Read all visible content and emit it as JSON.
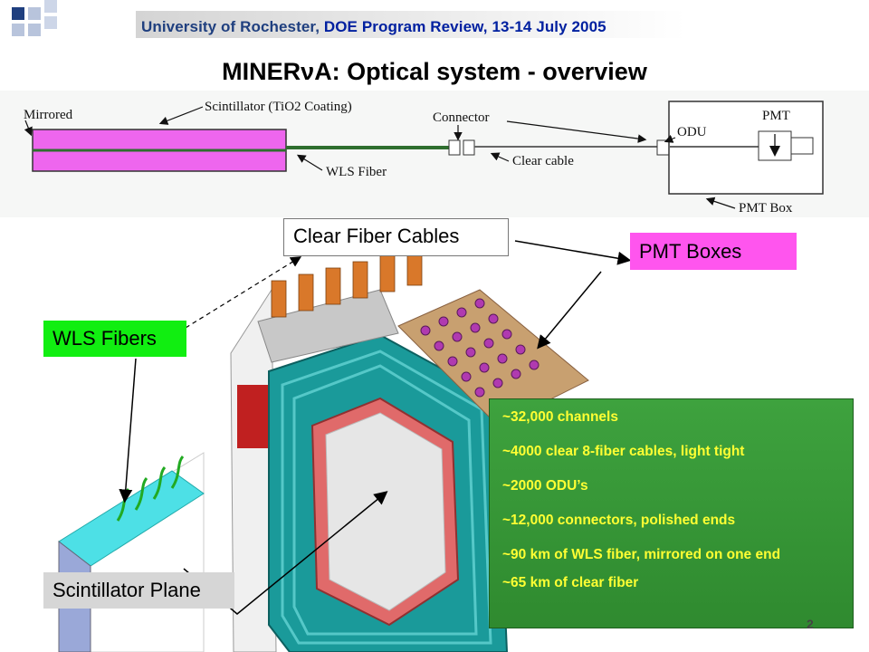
{
  "header": {
    "org": "University of Rochester,",
    "event": "DOE Program Review, 13-14 July 2005"
  },
  "title": {
    "prefix": "MINER",
    "nu": "ν",
    "suffix": "A: Optical system - overview"
  },
  "diagram_labels": {
    "mirrored": "Mirrored",
    "scintillator": "Scintillator (TiO2 Coating)",
    "wls_fiber": "WLS Fiber",
    "connector": "Connector",
    "clear_cable": "Clear cable",
    "odu": "ODU",
    "pmt": "PMT",
    "pmt_box": "PMT Box"
  },
  "callouts": {
    "clear_fiber_cables": "Clear Fiber Cables",
    "pmt_boxes": "PMT Boxes",
    "wls_fibers": "WLS Fibers",
    "scintillator_plane": "Scintillator Plane"
  },
  "info_items": [
    "~32,000 channels",
    "~4000 clear 8-fiber cables, light tight",
    "~2000 ODU’s",
    "~12,000 connectors, polished ends",
    "~90 km of WLS fiber, mirrored on one end",
    "~65 km of clear fiber"
  ],
  "page_number": "2",
  "colors": {
    "scintillator": "#ee66ee",
    "wls_fiber": "#2e6e2e",
    "pmt_boxes_bg": "#ff55ee",
    "wls_fibers_bg": "#11ee11",
    "info_bg": "#3a9a3a",
    "info_text": "#ffff33",
    "detector_teal": "#1a9a9a"
  }
}
